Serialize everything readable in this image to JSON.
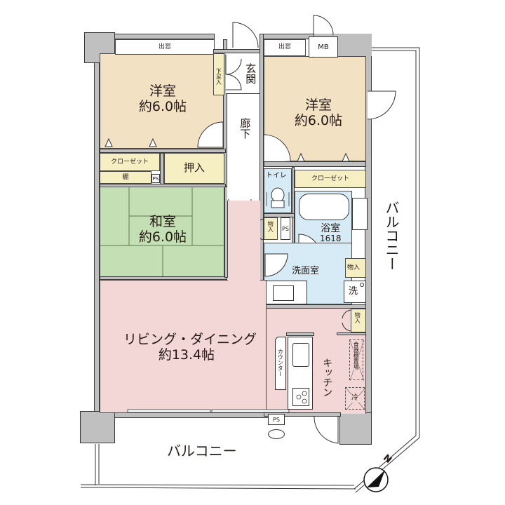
{
  "rooms": {
    "western_room_1": {
      "name": "洋室",
      "size": "約6.0帖"
    },
    "western_room_2": {
      "name": "洋室",
      "size": "約6.0帖"
    },
    "japanese_room": {
      "name": "和室",
      "size": "約6.0帖"
    },
    "living_dining": {
      "name": "リビング・ダイニング",
      "size": "約13.4帖"
    },
    "bathroom": {
      "name": "浴室",
      "size": "1618"
    },
    "washroom": {
      "name": "洗面室"
    },
    "toilet": {
      "name": "トイレ"
    },
    "kitchen": {
      "name": "キッチン"
    },
    "entrance": {
      "name": "玄関"
    },
    "hallway": {
      "name": "廊下"
    }
  },
  "fixtures": {
    "bay_window_1": "出窓",
    "bay_window_2": "出窓",
    "meter_box": "MB",
    "shoe_cabinet": "下足入",
    "closet_1": "クローゼット",
    "shelf": "棚",
    "ps_1": "PS",
    "oshiire": "押入",
    "closet_2": "クローゼット",
    "storage_1": "物入",
    "ps_2": "PS",
    "storage_2": "物入",
    "washer": "洗",
    "storage_3": "物入",
    "cupboard": "食器棚置場",
    "fridge": "冷",
    "counter": "カウンター",
    "ps_3": "PS"
  },
  "balconies": {
    "south": "バルコニー",
    "east": "バルコニー"
  },
  "compass": {
    "label": "N"
  },
  "colors": {
    "western": "#f3e1c4",
    "japanese": "#c4dfb3",
    "wet_area": "#d6ebf5",
    "storage": "#f6efc4",
    "ldk": "#f3d7d7",
    "wall": "#bfbfbf"
  }
}
